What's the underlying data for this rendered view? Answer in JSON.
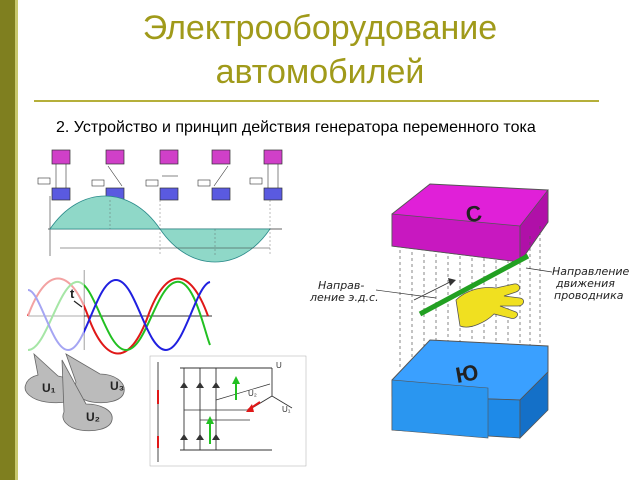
{
  "slide": {
    "title_line1": "Электрооборудование",
    "title_line2": "автомобилей",
    "subtitle": "2. Устройство и принцип действия генератора переменного тока"
  },
  "diagram_labels": {
    "field_direction": "Направ-\nление э.д.с.",
    "conductor_motion": "Направление\nдвижения\nпроводника",
    "pole_north": "С",
    "pole_south": "Ю",
    "time_axis": "t",
    "phase_u1": "U₁",
    "phase_u2": "U₂",
    "phase_u3": "U₃"
  },
  "colors": {
    "title": "#a09a1a",
    "magenta_pole": "#e020d8",
    "blue_pole": "#1e90ff",
    "wave_red": "#e01818",
    "wave_green": "#22c022",
    "wave_blue": "#2020e0",
    "sine_fill": "#8fd8c8"
  }
}
